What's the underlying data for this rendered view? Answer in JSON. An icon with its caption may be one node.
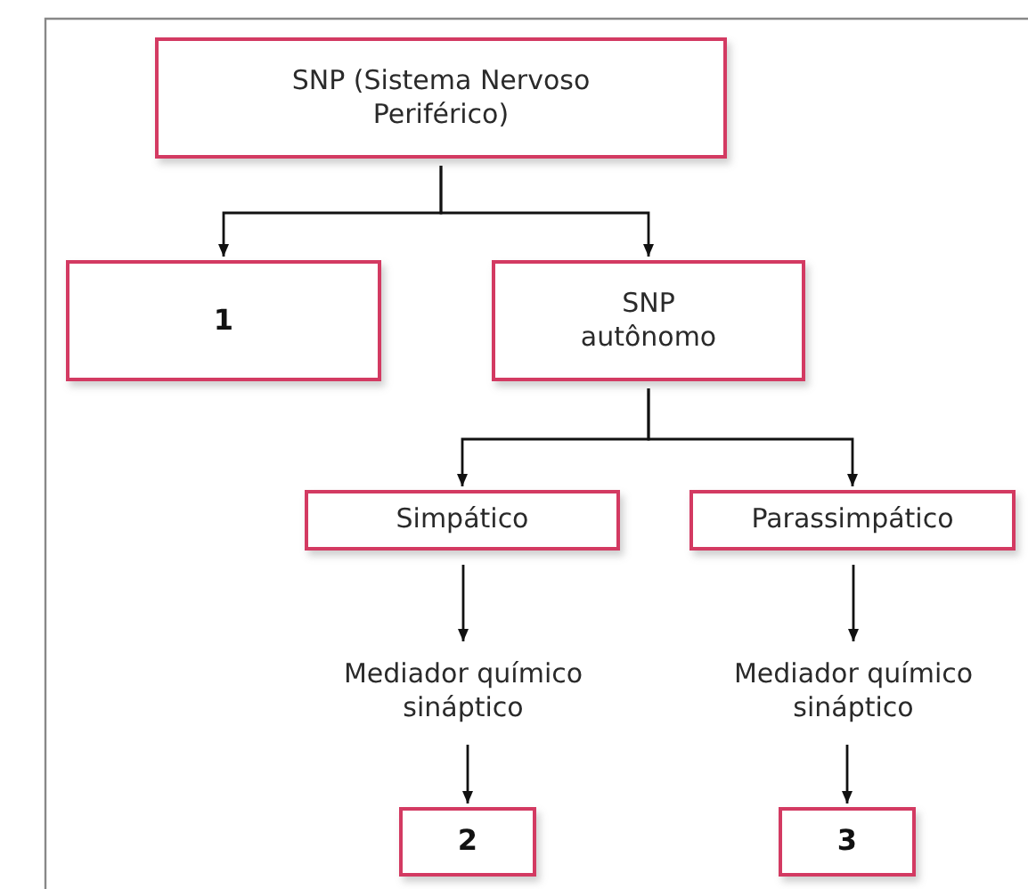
{
  "diagram": {
    "nodes": [
      {
        "text": [
          "SNP (Sistema Nervoso Periférico)"
        ]
      },
      {
        "text": [
          "1"
        ]
      },
      {
        "text": [
          "SNP autônomo"
        ]
      },
      {
        "text": [
          "Simpático"
        ]
      },
      {
        "text": [
          "Parassimpático"
        ]
      },
      {
        "text": [
          "Mediador químico sináptico"
        ]
      },
      {
        "text": [
          "Mediador químico sináptico"
        ]
      },
      {
        "text": [
          "2"
        ]
      },
      {
        "text": [
          "3"
        ]
      }
    ],
    "edges": [
      {
        "from": 0,
        "to": 1,
        "arrow": "to"
      },
      {
        "from": 0,
        "to": 2,
        "arrow": "to"
      },
      {
        "from": 2,
        "to": 3,
        "arrow": "to"
      },
      {
        "from": 2,
        "to": 4,
        "arrow": "to"
      },
      {
        "from": 3,
        "to": 5,
        "arrow": "to"
      },
      {
        "from": 4,
        "to": 6,
        "arrow": "to"
      },
      {
        "from": 5,
        "to": 7,
        "arrow": "to"
      },
      {
        "from": 6,
        "to": 8,
        "arrow": "to"
      }
    ]
  }
}
